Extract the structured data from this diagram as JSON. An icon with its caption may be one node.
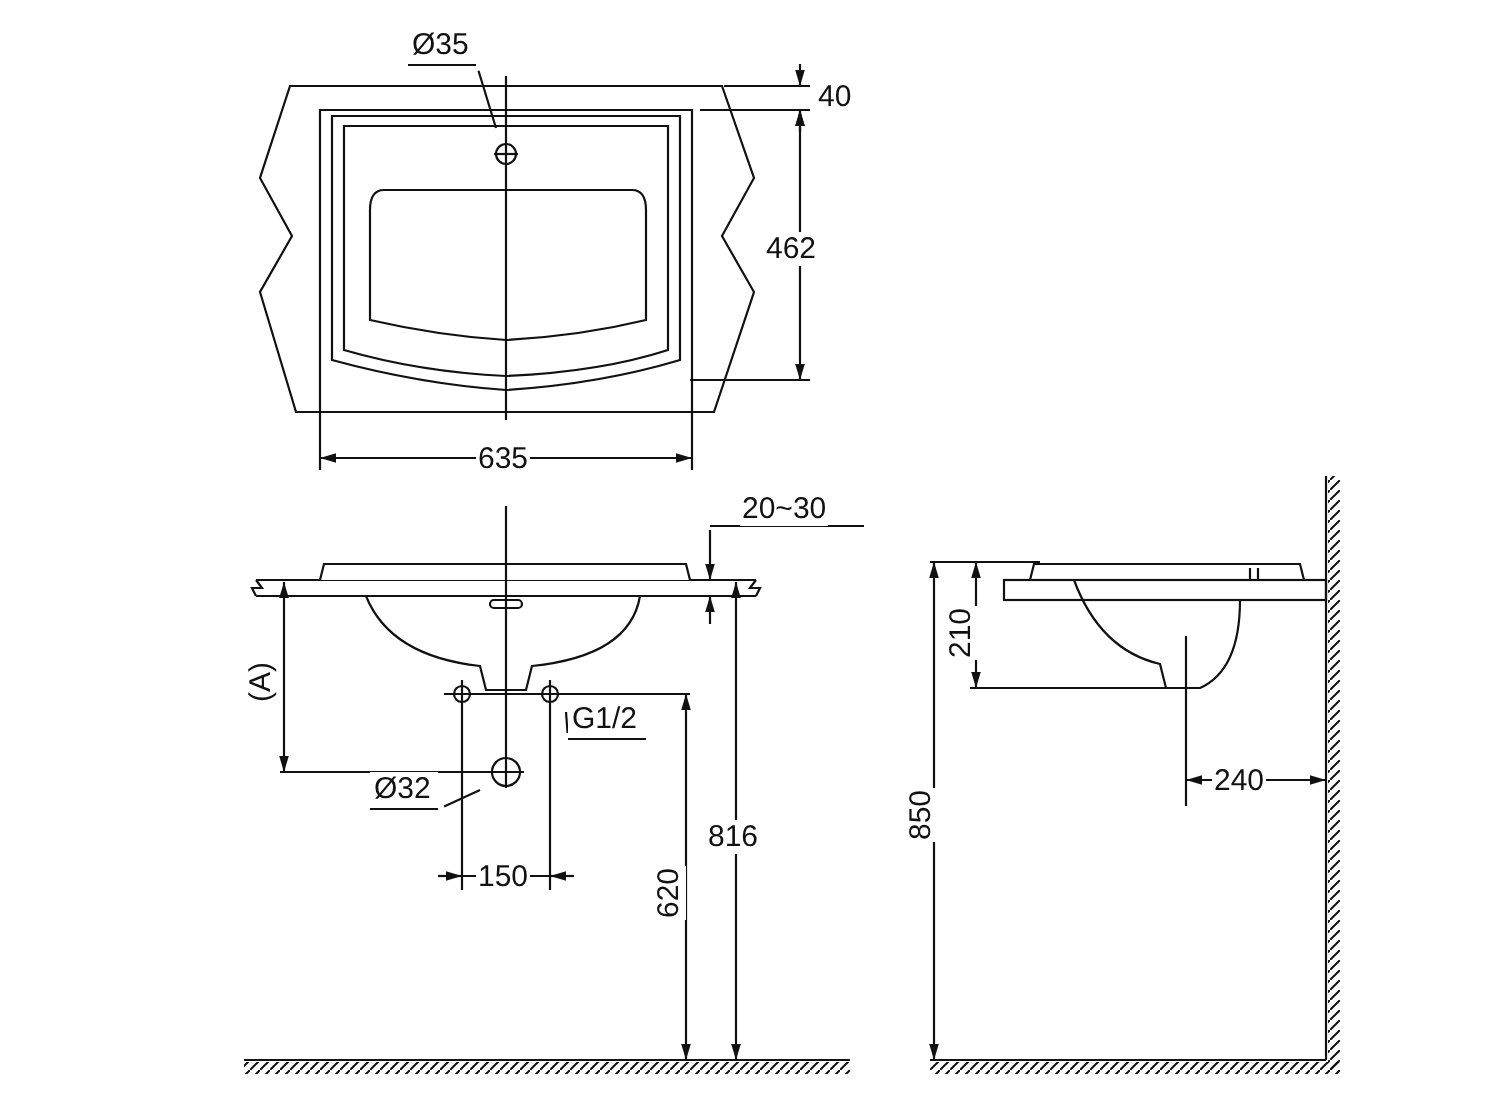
{
  "diagram": {
    "nodes": [
      {
        "text": [
          "Ø35"
        ]
      },
      {
        "text": [
          "G1/2"
        ]
      },
      {
        "text": [
          "Ø32"
        ]
      }
    ],
    "edges": [
      {
        "from": 0,
        "to": null,
        "arrow": "none"
      },
      {
        "from": 1,
        "to": null,
        "arrow": "none"
      },
      {
        "from": 2,
        "to": null,
        "arrow": "none"
      }
    ],
    "labels": [
      "40",
      "462",
      "635",
      "20~30",
      "(A)",
      "816",
      "620",
      "150",
      "850",
      "210",
      "240"
    ]
  }
}
